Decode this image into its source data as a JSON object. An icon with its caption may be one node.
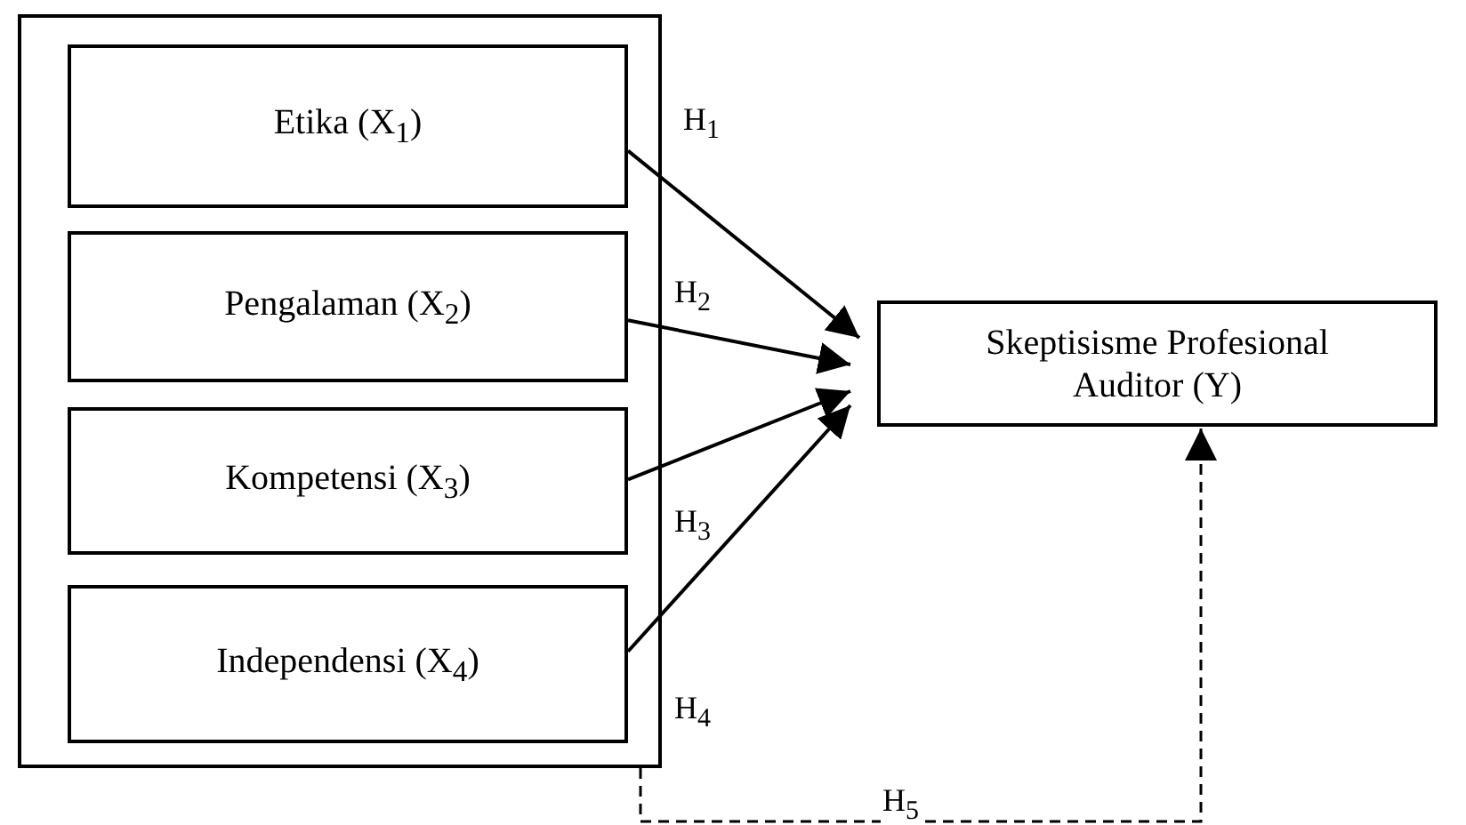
{
  "diagram": {
    "nodes": [
      {
        "text": [],
        "shape": "box"
      },
      {
        "text": [
          "Etika (X$_{1}$)"
        ],
        "in": 0
      },
      {
        "text": [
          "Pengalaman (X$_{2}$)"
        ],
        "in": 0
      },
      {
        "text": [
          "Kompetensi  (X$_{3}$)"
        ],
        "in": 0
      },
      {
        "text": [
          "Independensi  (X$_{4}$)"
        ],
        "in": 0
      },
      {
        "text": [
          "Skeptisisme Profesional Auditor (Y)"
        ]
      }
    ],
    "edges": [
      {
        "from": 1,
        "to": 5,
        "arrow": "to",
        "label": "H$_{1}$"
      },
      {
        "from": 2,
        "to": 5,
        "arrow": "to",
        "label": "H$_{2}$"
      },
      {
        "from": 3,
        "to": 5,
        "arrow": "to",
        "label": "H$_{3}$"
      },
      {
        "from": 4,
        "to": 5,
        "arrow": "to",
        "label": "H$_{4}$"
      },
      {
        "from": 0,
        "to": 5,
        "arrow": "to",
        "label": "H$_{5}$",
        "style": "dashed"
      }
    ]
  }
}
